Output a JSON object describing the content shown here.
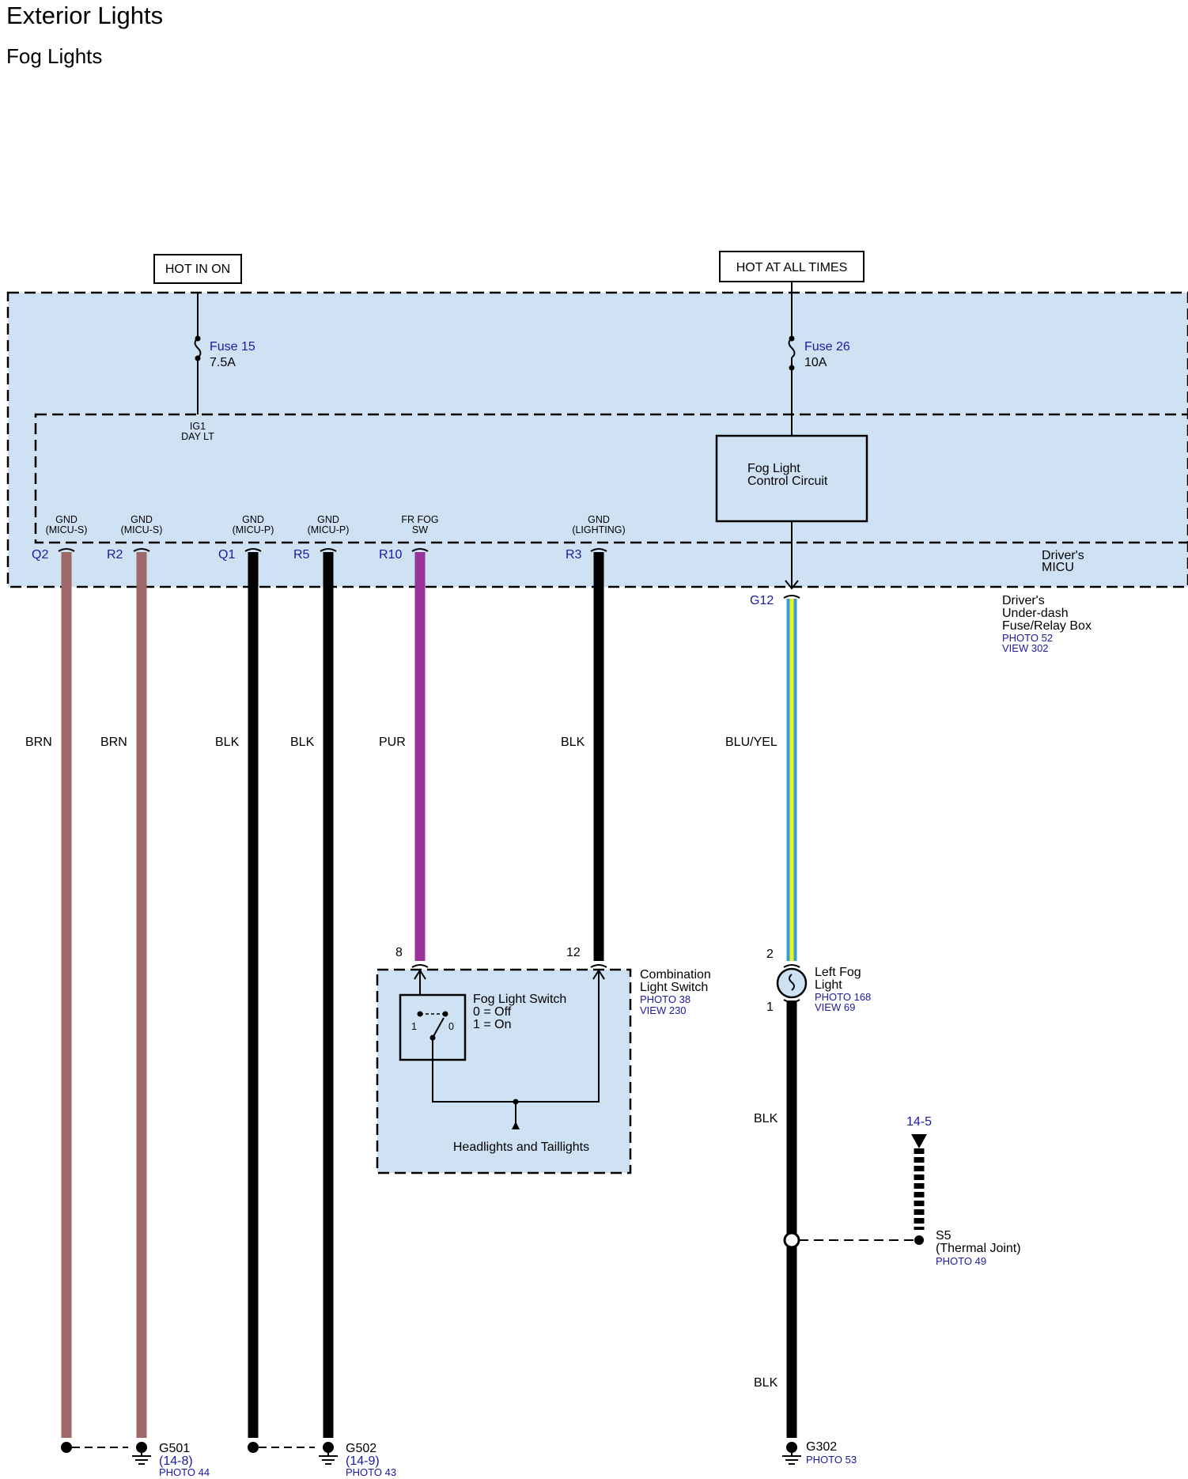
{
  "header": {
    "title": "Exterior Lights",
    "subtitle": "Fog Lights"
  },
  "power": {
    "hot_in_on": "HOT IN ON",
    "hot_at_all_times": "HOT AT ALL TIMES",
    "fuse15_name": "Fuse 15",
    "fuse15_rating": "7.5A",
    "fuse26_name": "Fuse 26",
    "fuse26_rating": "10A"
  },
  "micu": {
    "ig1_l1": "IG1",
    "ig1_l2": "DAY LT",
    "fog_ctrl_l1": "Fog Light",
    "fog_ctrl_l2": "Control Circuit",
    "name_l1": "Driver's",
    "name_l2": "MICU",
    "terminals": [
      {
        "pin": "Q2",
        "l1": "GND",
        "l2": "(MICU-S)"
      },
      {
        "pin": "R2",
        "l1": "GND",
        "l2": "(MICU-S)"
      },
      {
        "pin": "Q1",
        "l1": "GND",
        "l2": "(MICU-P)"
      },
      {
        "pin": "R5",
        "l1": "GND",
        "l2": "(MICU-P)"
      },
      {
        "pin": "R10",
        "l1": "FR FOG",
        "l2": "SW"
      },
      {
        "pin": "R3",
        "l1": "GND",
        "l2": "(LIGHTING)"
      }
    ]
  },
  "relay_box": {
    "pin": "G12",
    "l1": "Driver's",
    "l2": "Under-dash",
    "l3": "Fuse/Relay Box",
    "photo": "PHOTO 52",
    "view": "VIEW 302"
  },
  "wires": [
    "BRN",
    "BRN",
    "BLK",
    "BLK",
    "PUR",
    "BLK",
    "BLU/YEL"
  ],
  "combo_switch": {
    "pin_fog": "8",
    "pin_gnd": "12",
    "l1": "Combination",
    "l2": "Light Switch",
    "photo": "PHOTO 38",
    "view": "VIEW 230",
    "sw_l1": "Fog Light Switch",
    "sw_l2": "0 = Off",
    "sw_l3": "1 = On",
    "pos1": "1",
    "pos0": "0",
    "headlights": "Headlights and Taillights"
  },
  "fog_light": {
    "pin_in": "2",
    "pin_out": "1",
    "l1": "Left Fog",
    "l2": "Light",
    "photo": "PHOTO 168",
    "view": "VIEW 69"
  },
  "ground_side": {
    "wire_upper": "BLK",
    "wire_lower": "BLK",
    "ref": "14-5",
    "s5_l1": "S5",
    "s5_l2": "(Thermal Joint)",
    "s5_photo": "PHOTO 49"
  },
  "grounds": [
    {
      "name": "G501",
      "ref": "(14-8)",
      "photo": "PHOTO 44"
    },
    {
      "name": "G502",
      "ref": "(14-9)",
      "photo": "PHOTO 43"
    },
    {
      "name": "G302",
      "photo": "PHOTO 53"
    }
  ],
  "colors": {
    "box_fill": "#cfe2f3",
    "brn": "#9e6868",
    "blk": "#000000",
    "pur": "#993399",
    "blu": "#33a0d0",
    "yel": "#f0f020",
    "blue_text": "#1a1aa0"
  }
}
